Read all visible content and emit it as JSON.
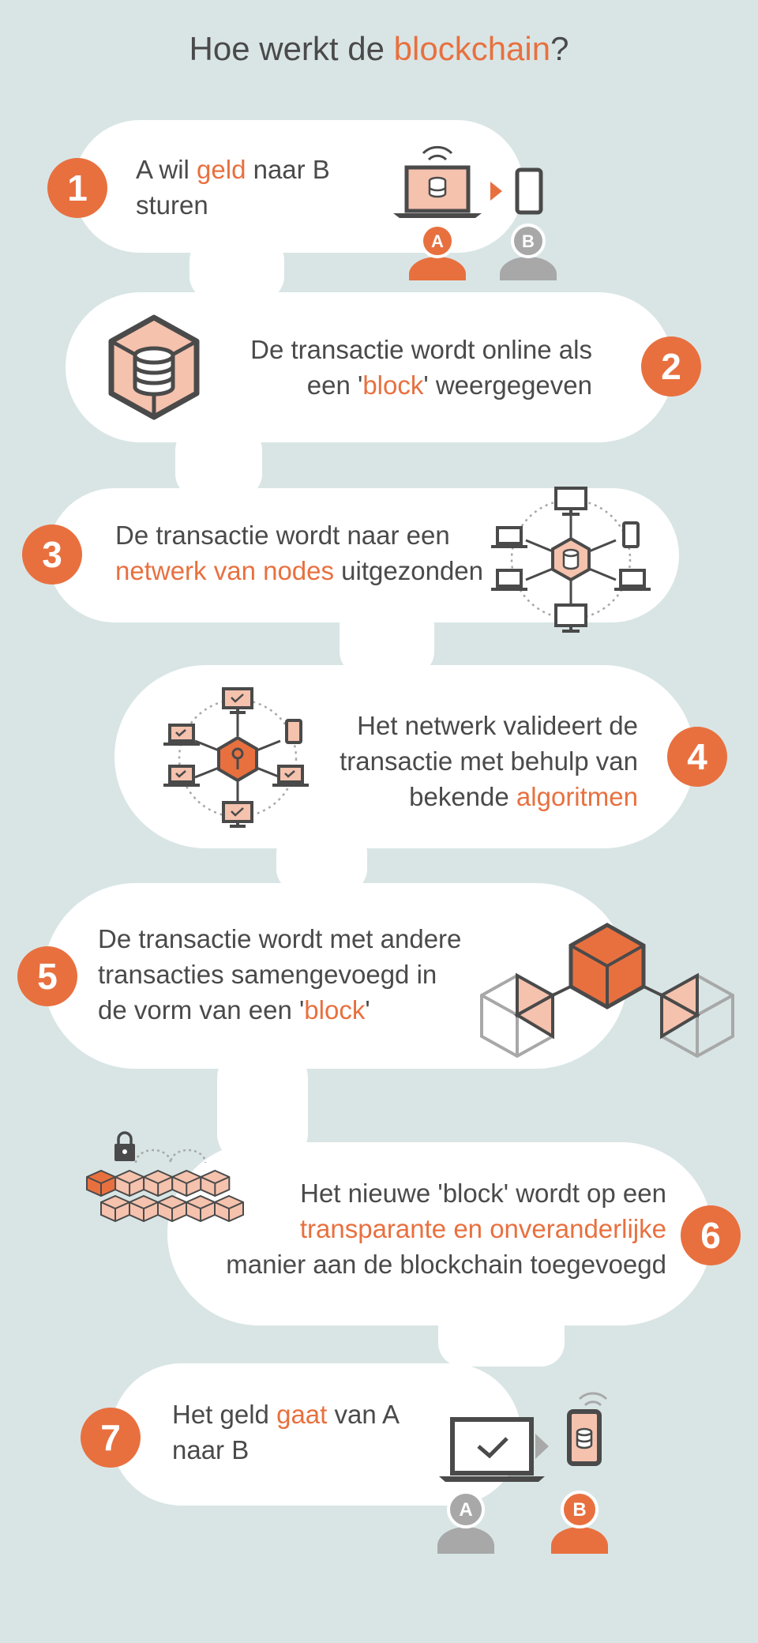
{
  "title": {
    "before": "Hoe werkt de ",
    "highlight": "blockchain",
    "after": "?"
  },
  "colors": {
    "background": "#d9e5e5",
    "accent": "#e8703f",
    "accent_light": "#f5c2ad",
    "dark": "#4a4a4a",
    "grey": "#a8a8a8",
    "bubble": "#ffffff"
  },
  "steps": [
    {
      "number": "1",
      "line1_before": "A wil ",
      "line1_highlight": "geld",
      "line1_after": " naar B",
      "line2": "sturen",
      "icon": "laptop-to-phone-icon",
      "person_a_label": "A",
      "person_b_label": "B"
    },
    {
      "number": "2",
      "line1": "De transactie wordt online als",
      "line2_before": "een '",
      "line2_highlight": "block",
      "line2_after": "' weergegeven",
      "icon": "database-cube-icon"
    },
    {
      "number": "3",
      "line1": "De transactie wordt naar een",
      "line2_highlight": "netwerk van nodes",
      "line2_after": " uitgezonden",
      "icon": "network-broadcast-icon"
    },
    {
      "number": "4",
      "line1": "Het netwerk valideert de",
      "line2": "transactie met behulp van",
      "line3_before": "bekende ",
      "line3_highlight": "algoritmen",
      "icon": "network-validation-icon"
    },
    {
      "number": "5",
      "line1": "De transactie wordt met andere",
      "line2": "transacties samengevoegd in",
      "line3_before": "de vorm van een '",
      "line3_highlight": "block",
      "line3_after": "'",
      "icon": "cubes-merge-icon"
    },
    {
      "number": "6",
      "line1": "Het nieuwe 'block' wordt op een",
      "line2_highlight": "transparante en onveranderlijke",
      "line3": "manier aan de blockchain toegevoegd",
      "icon": "blockchain-lock-icon"
    },
    {
      "number": "7",
      "line1_before": "Het geld ",
      "line1_highlight": "gaat",
      "line1_after": " van A",
      "line2": "naar B",
      "icon": "laptop-check-to-phone-icon",
      "person_a_label": "A",
      "person_b_label": "B"
    }
  ]
}
